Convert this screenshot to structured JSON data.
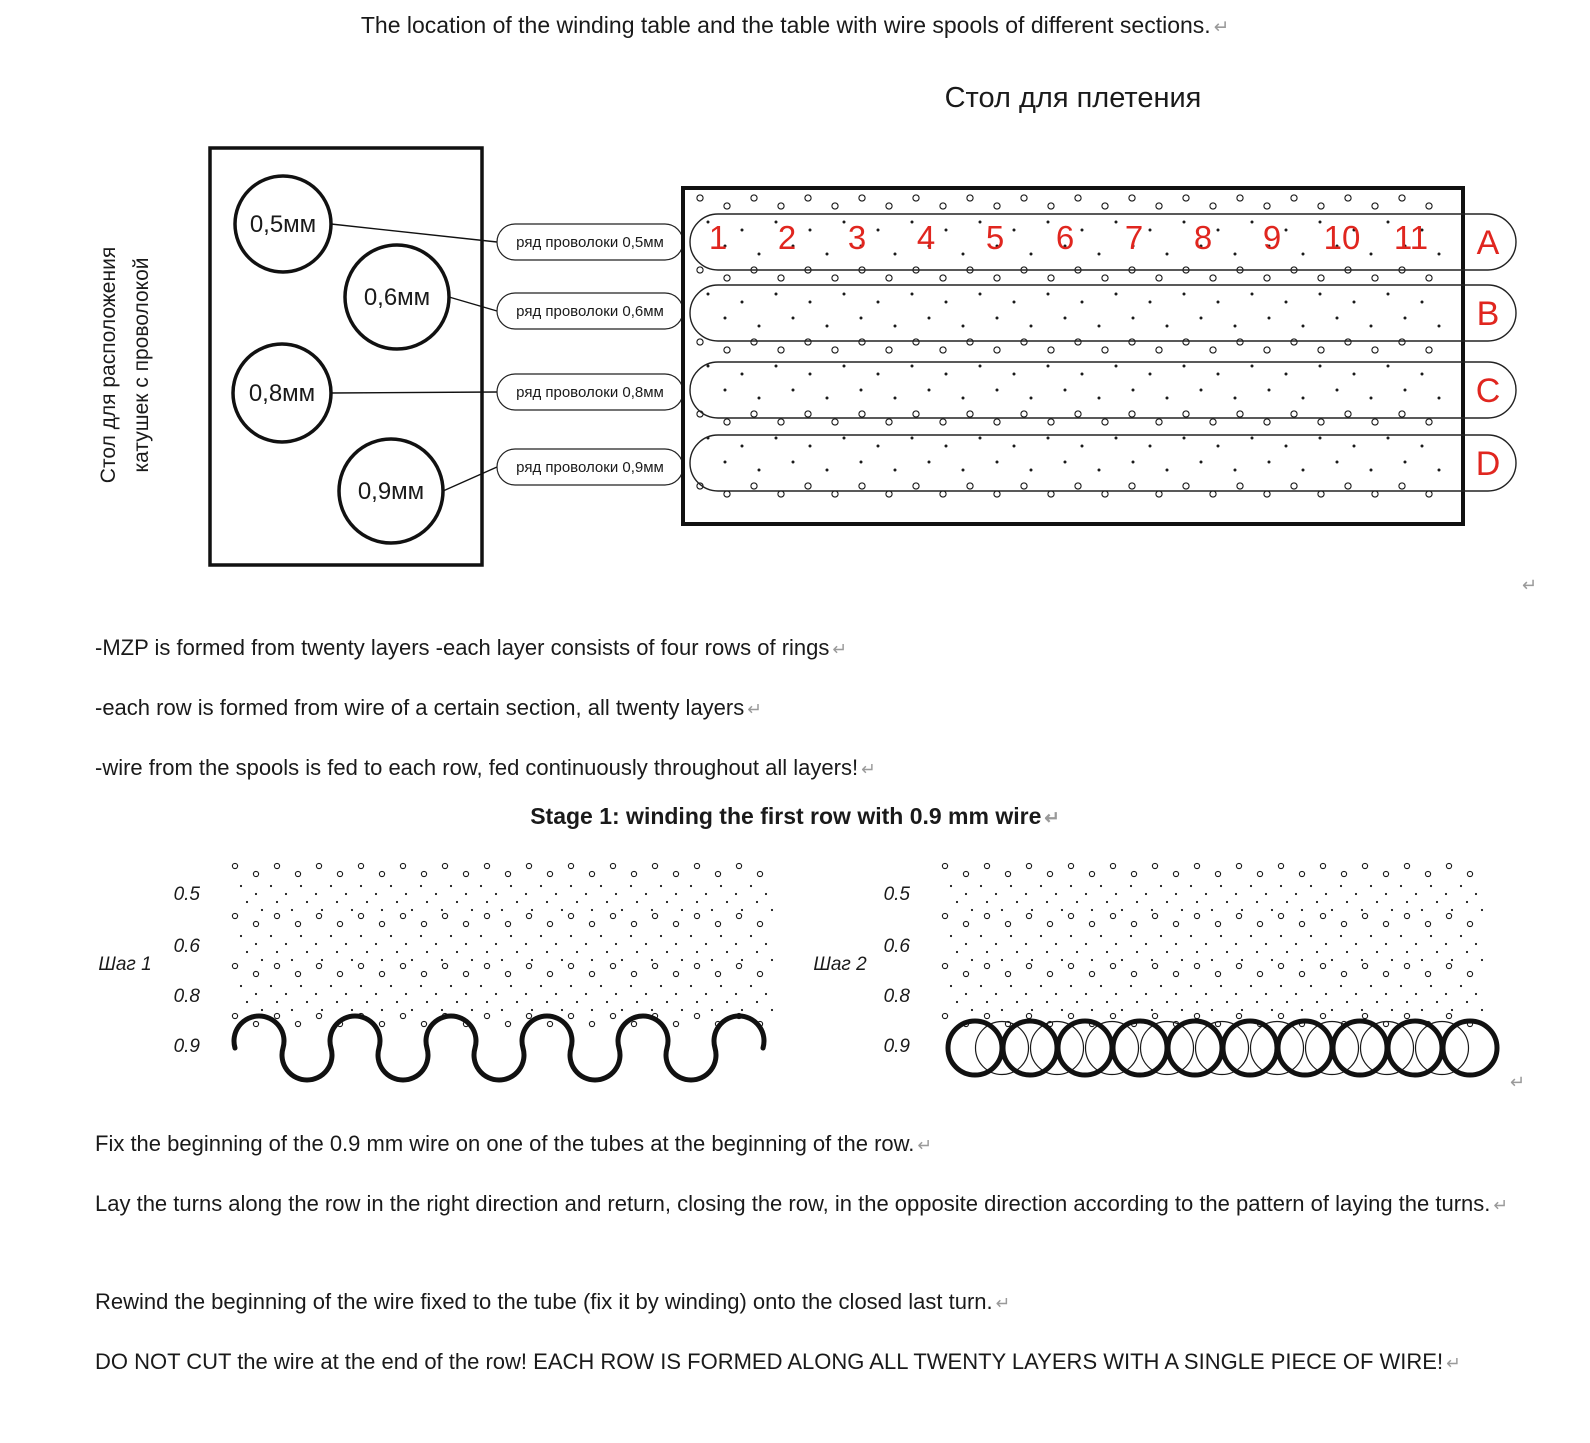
{
  "theme": {
    "accent_red": "#e0261f",
    "ink": "#1a1a1a"
  },
  "page": {
    "title": "The location of the winding table and the table with wire spools of different sections.",
    "return_mark": "↵"
  },
  "diagram": {
    "heading": "Стол для плетения",
    "spool_table_label_line1": "Стол для расположения",
    "spool_table_label_line2": "катушек с проволокой",
    "spools": [
      "0,5мм",
      "0,6мм",
      "0,8мм",
      "0,9мм"
    ],
    "row_labels": [
      "ряд проволоки 0,5мм",
      "ряд проволоки 0,6мм",
      "ряд проволоки 0,8мм",
      "ряд проволоки 0,9мм"
    ],
    "column_numbers": [
      "1",
      "2",
      "3",
      "4",
      "5",
      "6",
      "7",
      "8",
      "9",
      "10",
      "11"
    ],
    "row_letters": [
      "A",
      "B",
      "C",
      "D"
    ]
  },
  "notes": {
    "p1": "-MZP is formed from twenty layers -each layer consists of four rows of rings",
    "p2": "-each row is formed from wire of a certain section, all twenty layers",
    "p3": "-wire from the spools is fed to each row, fed continuously throughout all layers!"
  },
  "stage": {
    "heading": "Stage 1: winding the first row with 0.9 mm wire",
    "step1_label": "Шаг 1",
    "step2_label": "Шаг 2",
    "wire_sizes": [
      "0.5",
      "0.6",
      "0.8",
      "0.9"
    ]
  },
  "instructions": {
    "p1": "Fix the beginning of the 0.9 mm wire on one of the tubes at the beginning of the row.",
    "p2": "Lay the turns along the row in the right direction and return, closing the row, in the opposite direction according to the pattern of laying the turns.",
    "p3": "Rewind the beginning of the wire fixed to the tube (fix it by winding) onto the closed last turn.",
    "p4": "DO NOT CUT the wire at the end of the row! EACH ROW IS FORMED ALONG ALL TWENTY LAYERS WITH A SINGLE PIECE OF WIRE!"
  }
}
